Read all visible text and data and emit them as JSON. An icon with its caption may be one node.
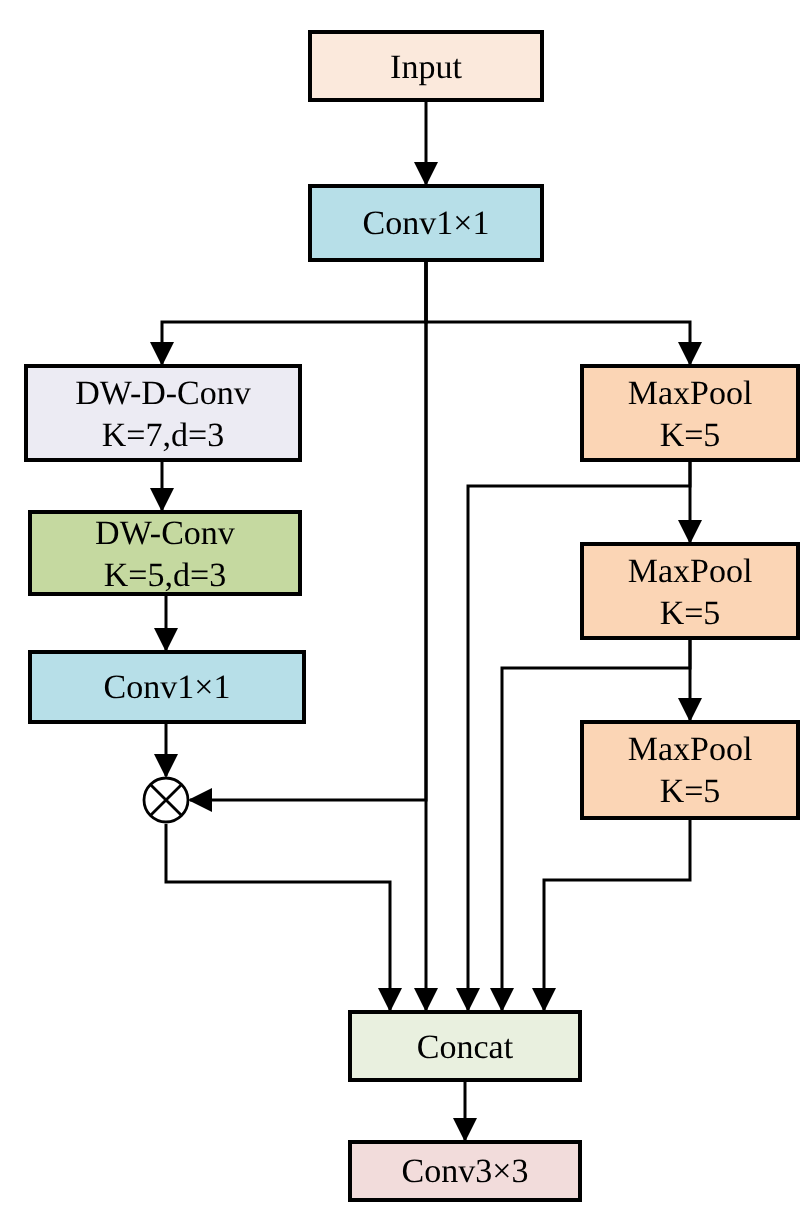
{
  "diagram": {
    "nodes": [
      {
        "text": [
          "Input"
        ]
      },
      {
        "text": [
          "Conv1×1"
        ]
      },
      {
        "text": [
          "DW-D-Conv",
          "K=7,d=3"
        ]
      },
      {
        "text": [
          "DW-Conv",
          "K=5,d=3"
        ]
      },
      {
        "text": [
          "Conv1×1"
        ]
      },
      {
        "text": [],
        "shape": "circle"
      },
      {
        "text": [
          "MaxPool",
          "K=5"
        ]
      },
      {
        "text": [
          "MaxPool",
          "K=5"
        ]
      },
      {
        "text": [
          "MaxPool",
          "K=5"
        ]
      },
      {
        "text": [
          "Concat"
        ]
      },
      {
        "text": [
          "Conv3×3"
        ]
      }
    ],
    "edges": [
      {
        "from": 0,
        "to": 1,
        "arrow": "to"
      },
      {
        "from": 1,
        "to": 2,
        "arrow": "to"
      },
      {
        "from": 1,
        "to": 6,
        "arrow": "to"
      },
      {
        "from": 1,
        "to": 5,
        "arrow": "to"
      },
      {
        "from": 1,
        "to": 9,
        "arrow": "to"
      },
      {
        "from": 2,
        "to": 3,
        "arrow": "to"
      },
      {
        "from": 3,
        "to": 4,
        "arrow": "to"
      },
      {
        "from": 4,
        "to": 5,
        "arrow": "to"
      },
      {
        "from": 5,
        "to": 9,
        "arrow": "to"
      },
      {
        "from": 6,
        "to": 7,
        "arrow": "to"
      },
      {
        "from": 6,
        "to": 9,
        "arrow": "to"
      },
      {
        "from": 7,
        "to": 8,
        "arrow": "to"
      },
      {
        "from": 7,
        "to": 9,
        "arrow": "to"
      },
      {
        "from": 8,
        "to": 9,
        "arrow": "to"
      },
      {
        "from": 9,
        "to": 10,
        "arrow": "to"
      }
    ]
  }
}
